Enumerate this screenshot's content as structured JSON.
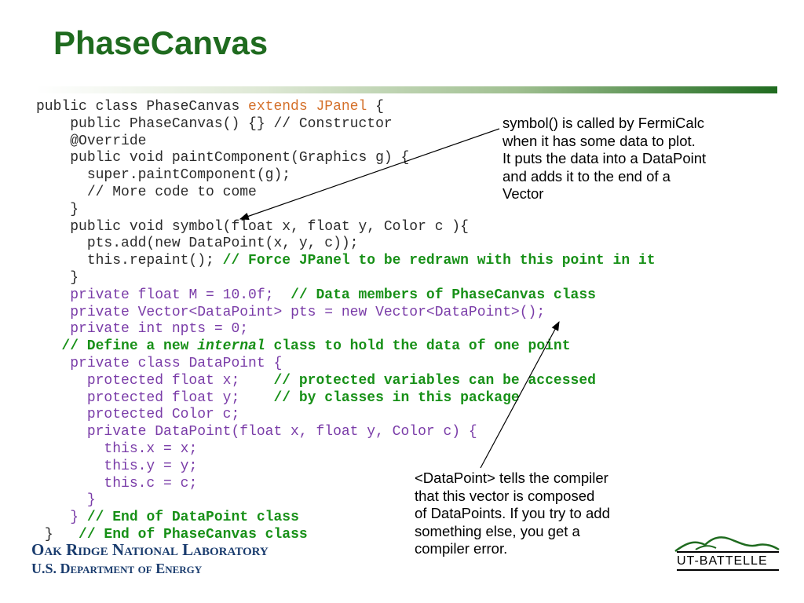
{
  "title": "PhaseCanvas",
  "code_lines": [
    {
      "indent": "",
      "parts": [
        {
          "t": "public class PhaseCanvas ",
          "c": ""
        },
        {
          "t": "extends JPanel",
          "c": "kw-or"
        },
        {
          "t": " {",
          "c": ""
        }
      ]
    },
    {
      "indent": "    ",
      "parts": [
        {
          "t": "public PhaseCanvas() {} // Constructor",
          "c": ""
        }
      ]
    },
    {
      "indent": "    ",
      "parts": [
        {
          "t": "@Override",
          "c": ""
        }
      ]
    },
    {
      "indent": "    ",
      "parts": [
        {
          "t": "public void paintComponent(Graphics g) {",
          "c": ""
        }
      ]
    },
    {
      "indent": "      ",
      "parts": [
        {
          "t": "super.paintComponent(g);",
          "c": ""
        }
      ]
    },
    {
      "indent": "      ",
      "parts": [
        {
          "t": "// More code to come",
          "c": ""
        }
      ]
    },
    {
      "indent": "    ",
      "parts": [
        {
          "t": "}",
          "c": ""
        }
      ]
    },
    {
      "indent": "    ",
      "parts": [
        {
          "t": "public void symbol(float x, float y, Color c ){",
          "c": ""
        }
      ]
    },
    {
      "indent": "      ",
      "parts": [
        {
          "t": "pts.add(new DataPoint(x, y, c));",
          "c": ""
        }
      ]
    },
    {
      "indent": "      ",
      "parts": [
        {
          "t": "this.repaint(); ",
          "c": ""
        },
        {
          "t": "// Force JPanel to be redrawn with this point in it",
          "c": "cmt"
        }
      ]
    },
    {
      "indent": "    ",
      "parts": [
        {
          "t": "}",
          "c": ""
        }
      ]
    },
    {
      "indent": "    ",
      "parts": [
        {
          "t": "private float M = 10.0f;  ",
          "c": "purple"
        },
        {
          "t": "// Data members of PhaseCanvas class",
          "c": "cmt"
        }
      ]
    },
    {
      "indent": "    ",
      "parts": [
        {
          "t": "private Vector<DataPoint> pts = new Vector<DataPoint>();",
          "c": "purple"
        }
      ]
    },
    {
      "indent": "    ",
      "parts": [
        {
          "t": "private int npts = 0;",
          "c": "purple"
        }
      ]
    },
    {
      "indent": "   ",
      "parts": [
        {
          "t": "// Define a new ",
          "c": "cmt"
        },
        {
          "t": "internal",
          "c": "cmt ital"
        },
        {
          "t": " class to hold the data of one point",
          "c": "cmt"
        }
      ]
    },
    {
      "indent": "    ",
      "parts": [
        {
          "t": "private class DataPoint {",
          "c": "purple"
        }
      ]
    },
    {
      "indent": "      ",
      "parts": [
        {
          "t": "protected float x;    ",
          "c": "purple"
        },
        {
          "t": "// protected variables can be accessed",
          "c": "cmt"
        }
      ]
    },
    {
      "indent": "      ",
      "parts": [
        {
          "t": "protected float y;    ",
          "c": "purple"
        },
        {
          "t": "// by classes in this package",
          "c": "cmt"
        }
      ]
    },
    {
      "indent": "      ",
      "parts": [
        {
          "t": "protected Color c;",
          "c": "purple"
        }
      ]
    },
    {
      "indent": "      ",
      "parts": [
        {
          "t": "private DataPoint(float x, float y, Color c) {",
          "c": "purple"
        }
      ]
    },
    {
      "indent": "        ",
      "parts": [
        {
          "t": "this.x = x;",
          "c": "purple"
        }
      ]
    },
    {
      "indent": "        ",
      "parts": [
        {
          "t": "this.y = y;",
          "c": "purple"
        }
      ]
    },
    {
      "indent": "        ",
      "parts": [
        {
          "t": "this.c = c;",
          "c": "purple"
        }
      ]
    },
    {
      "indent": "      ",
      "parts": [
        {
          "t": "}",
          "c": "purple"
        }
      ]
    },
    {
      "indent": "    ",
      "parts": [
        {
          "t": "}",
          "c": "purple"
        },
        {
          "t": " // End of DataPoint class",
          "c": "cmt"
        }
      ]
    },
    {
      "indent": " ",
      "parts": [
        {
          "t": "}",
          "c": ""
        },
        {
          "t": "   // End of PhaseCanvas class",
          "c": "cmt"
        }
      ]
    }
  ],
  "note_symbol": [
    "symbol() is called by FermiCalc",
    "when it has some data to plot.",
    "It puts the data into a DataPoint",
    "and adds it to the end of a",
    "Vector"
  ],
  "note_datapoint": [
    "<DataPoint> tells the compiler",
    "that this vector is composed",
    "of DataPoints. If you try to add",
    "something else, you get a",
    "compiler error."
  ],
  "footer": {
    "line1": "Oak Ridge National Laboratory",
    "line2": "U.S. Department of Energy"
  },
  "logo_text": "UT-BATTELLE",
  "colors": {
    "title": "#1f6b1f",
    "comment": "#179017",
    "purple": "#7a3ca8",
    "orange": "#d4702a",
    "footer": "#1a3c6e"
  }
}
